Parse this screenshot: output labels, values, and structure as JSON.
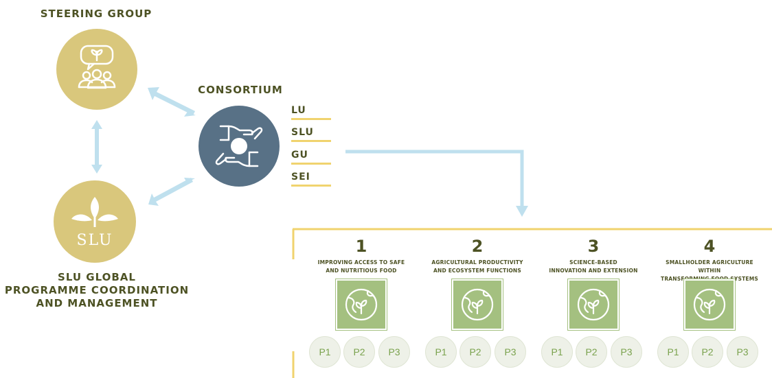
{
  "steering": {
    "title": "STEERING GROUP"
  },
  "consortium": {
    "title": "CONSORTIUM",
    "partners": [
      "LU",
      "SLU",
      "GU",
      "SEI"
    ]
  },
  "coordination": {
    "logo_text": "SLU",
    "title_lines": [
      "SLU GLOBAL",
      "PROGRAMME COORDINATION",
      "AND MANAGEMENT"
    ]
  },
  "pillars": [
    {
      "number": "1",
      "title_lines": [
        "IMPROVING ACCESS TO SAFE",
        "AND NUTRITIOUS FOOD"
      ],
      "projects": [
        "P1",
        "P2",
        "P3"
      ]
    },
    {
      "number": "2",
      "title_lines": [
        "AGRICULTURAL PRODUCTIVITY",
        "AND ECOSYSTEM FUNCTIONS"
      ],
      "projects": [
        "P1",
        "P2",
        "P3"
      ]
    },
    {
      "number": "3",
      "title_lines": [
        "SCIENCE-BASED",
        "INNOVATION AND EXTENSION"
      ],
      "projects": [
        "P1",
        "P2",
        "P3"
      ]
    },
    {
      "number": "4",
      "title_lines": [
        "SMALLHOLDER AGRICULTURE WITHIN",
        "TRANSFORMING FOOD SYSTEMS"
      ],
      "projects": [
        "P1",
        "P2",
        "P3"
      ]
    }
  ],
  "colors": {
    "gold": "#d9c77c",
    "slate": "#587186",
    "green": "#a4c080",
    "arrow": "#bfe0ee",
    "yellow_line": "#f0d36e",
    "text": "#4d5224"
  }
}
